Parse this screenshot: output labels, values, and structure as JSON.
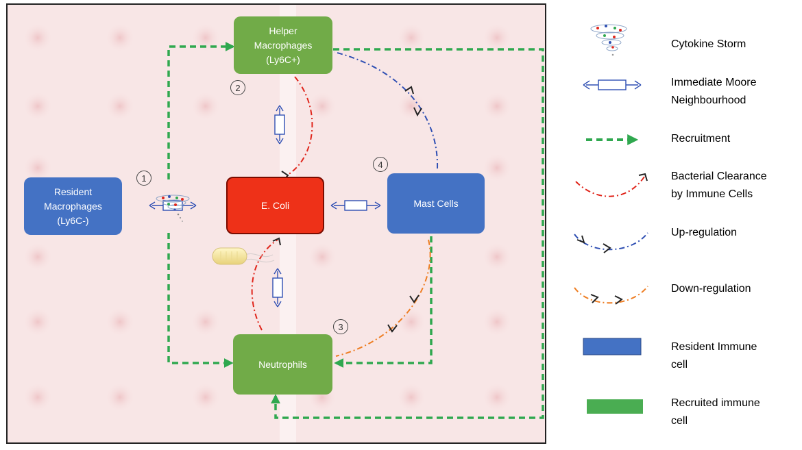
{
  "nodes": {
    "helper": {
      "line1": "Helper",
      "line2": "Macrophages",
      "line3": "(Ly6C+)",
      "color": "#71ab48"
    },
    "resident": {
      "line1": "Resident",
      "line2": "Macrophages",
      "line3": "(Ly6C-)",
      "color": "#4472c4"
    },
    "ecoli": {
      "label": "E. Coli",
      "color": "#ee3118"
    },
    "mast": {
      "label": "Mast Cells",
      "color": "#4472c4"
    },
    "neutrophils": {
      "label": "Neutrophils",
      "color": "#71ab48"
    }
  },
  "steps": [
    "1",
    "2",
    "3",
    "4"
  ],
  "legend": [
    {
      "symbol": "cytokine-storm-icon",
      "line1": "Cytokine Storm",
      "line2": ""
    },
    {
      "symbol": "double-arrow-icon",
      "line1": "Immediate Moore",
      "line2": "Neighbourhood"
    },
    {
      "symbol": "green-dashed-arrow-icon",
      "line1": "Recruitment",
      "line2": ""
    },
    {
      "symbol": "red-dashdot-arc-icon",
      "line1": "Bacterial Clearance",
      "line2": "by Immune Cells"
    },
    {
      "symbol": "blue-dashdot-arc-icon",
      "line1": "Up-regulation",
      "line2": ""
    },
    {
      "symbol": "orange-dashdot-arc-icon",
      "line1": "Down-regulation",
      "line2": ""
    },
    {
      "symbol": "blue-box-icon",
      "line1": "Resident Immune",
      "line2": "cell"
    },
    {
      "symbol": "green-box-icon",
      "line1": "Recruited immune",
      "line2": "cell"
    }
  ],
  "colors": {
    "recruitment": "#2fa84f",
    "clearance": "#e0251b",
    "upregulation": "#2f4fb3",
    "downregulation": "#ee7d22",
    "background": "#f8e6e6",
    "resident_cell": "#4472c4",
    "recruited_cell": "#4aad52"
  }
}
